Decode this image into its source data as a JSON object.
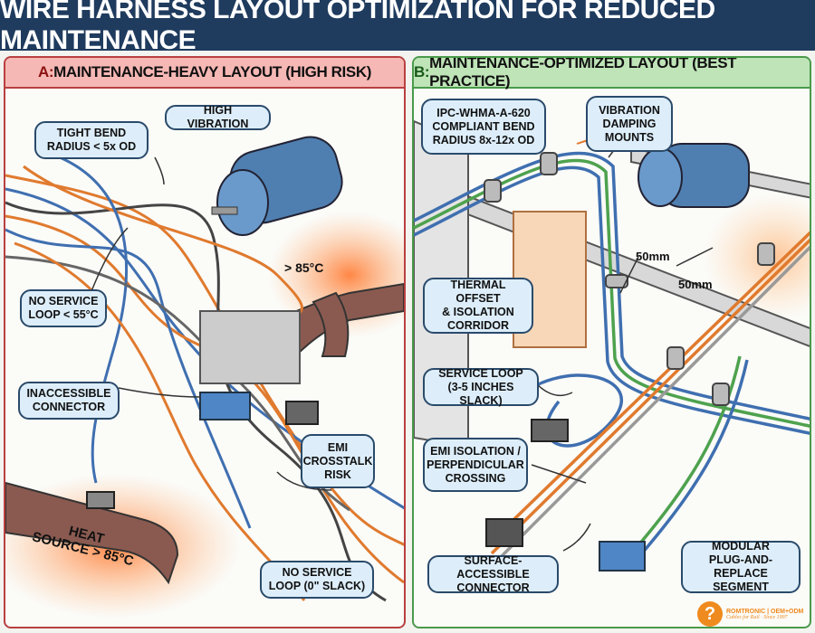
{
  "title": "WIRE HARNESS LAYOUT OPTIMIZATION FOR REDUCED MAINTENANCE",
  "panel_a": {
    "prefix": "A:",
    "heading": " MAINTENANCE-HEAVY LAYOUT (HIGH RISK)",
    "callouts": {
      "tight_bend": "TIGHT BEND\nRADIUS < 5x OD",
      "high_vibration": "HIGH VIBRATION",
      "temp": "> 85°C",
      "no_service_loop_top": "NO SERVICE\nLOOP < 55°C",
      "inaccessible": "INACCESSIBLE\nCONNECTOR",
      "emi": "EMI\nCROSSTALK\nRISK",
      "heat_source": "HEAT\nSOURCE > 85°C",
      "no_service_loop_bottom": "NO SERVICE\nLOOP (0\" SLACK)"
    }
  },
  "panel_b": {
    "prefix": "B:",
    "heading": " MAINTENANCE-OPTIMIZED LAYOUT (BEST PRACTICE)",
    "callouts": {
      "bend": "IPC-WHMA-A-620\nCOMPLIANT BEND\nRADIUS 8x-12x OD",
      "vibration": "VIBRATION\nDAMPING\nMOUNTS",
      "dist1": "50mm",
      "dist2": "50mm",
      "thermal": "THERMAL OFFSET\n& ISOLATION\nCORRIDOR",
      "service_loop": "SERVICE LOOP\n(3-5 INCHES SLACK)",
      "emi": "EMI ISOLATION /\nPERPENDICULAR\nCROSSING",
      "surface": "SURFACE-ACCESSIBLE\nCONNECTOR",
      "modular": "MODULAR\nPLUG-AND-REPLACE\nSEGMENT"
    }
  },
  "logo": {
    "brand": "ROMTRONIC | OEM+ODM",
    "tagline": "Cables for Rail  ·  Since 1997"
  },
  "colors": {
    "title_bg": "#1f3b5e",
    "risk": "#b84040",
    "best": "#4a9a4a",
    "callout": "#ddeefa",
    "wire_orange": "#e07a2e",
    "wire_blue": "#3f6fb0",
    "wire_green": "#4ea24e"
  }
}
